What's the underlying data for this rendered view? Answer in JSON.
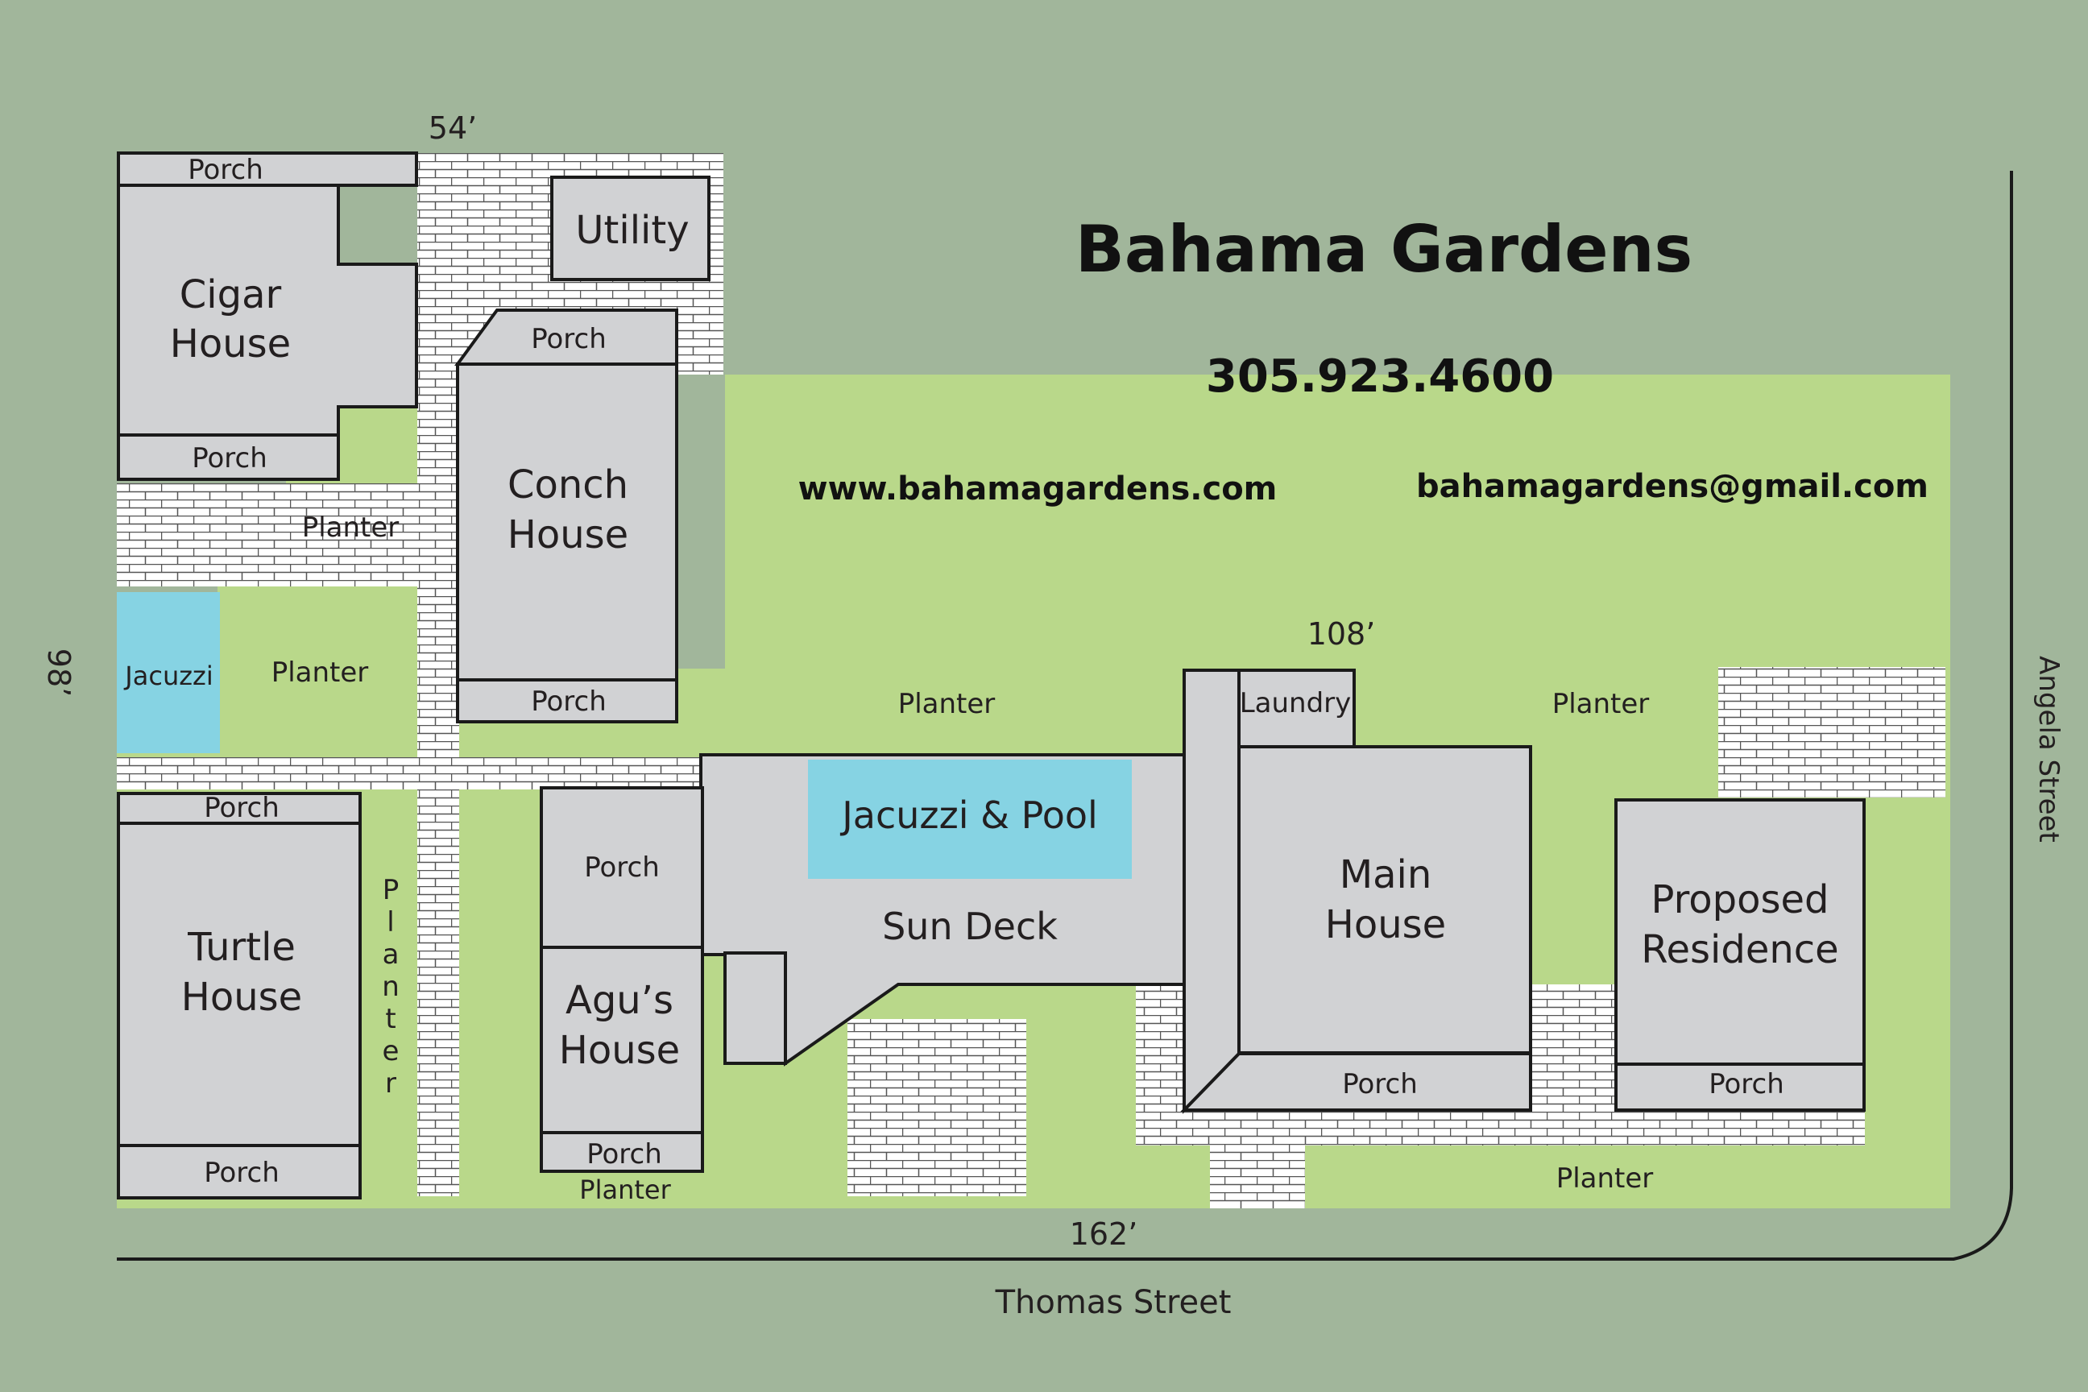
{
  "title": "Bahama Gardens",
  "phone": "305.923.4600",
  "website": "www.bahamagardens.com",
  "email": "bahamagardens@gmail.com",
  "dimensions": {
    "top": "54’",
    "mid": "108’",
    "bottom": "162’",
    "left": "98’"
  },
  "streets": {
    "bottom": "Thomas Street",
    "right": "Angela Street"
  },
  "buildings": {
    "cigar_house": [
      "Cigar",
      "House"
    ],
    "conch_house": [
      "Conch",
      "House"
    ],
    "turtle_house": [
      "Turtle",
      "House"
    ],
    "agus_house": [
      "Agu’s",
      "House"
    ],
    "main_house": [
      "Main",
      "House"
    ],
    "proposed_residence": [
      "Proposed",
      "Residence"
    ],
    "utility": "Utility",
    "laundry": "Laundry",
    "sun_deck": "Sun Deck"
  },
  "porch": "Porch",
  "planter": "Planter",
  "planter_vertical": [
    "P",
    "l",
    "a",
    "n",
    "t",
    "e",
    "r"
  ],
  "jacuzzi": "Jacuzzi",
  "jacuzzi_pool": "Jacuzzi & Pool",
  "colors": {
    "background": "#a1b69b",
    "planter": "#b9d88a",
    "building": "#d1d2d4",
    "water": "#86d3e3",
    "paving": "#ffffff"
  }
}
